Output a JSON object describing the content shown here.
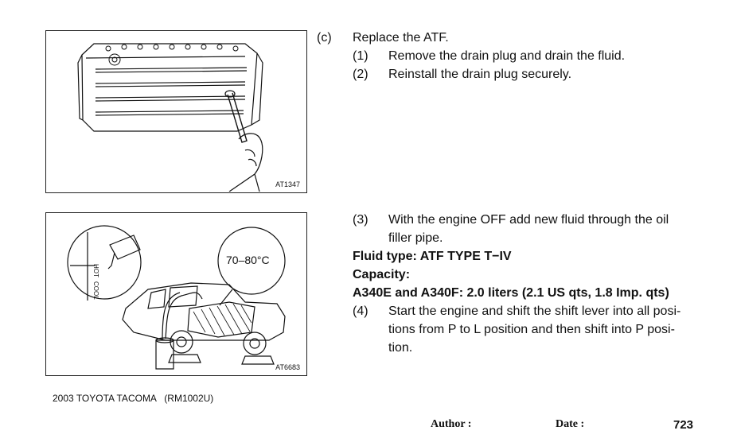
{
  "figures": [
    {
      "code": "AT1347"
    },
    {
      "code": "AT6683",
      "temp_label": "70–80°C",
      "scale_hot": "HOT",
      "scale_cool": "COOL"
    }
  ],
  "steps": {
    "c_marker": "(c)",
    "c_text": "Replace the ATF.",
    "s1_marker": "(1)",
    "s1_text": "Remove the drain plug and drain the fluid.",
    "s2_marker": "(2)",
    "s2_text": "Reinstall the drain plug securely.",
    "s3_marker": "(3)",
    "s3_line1": "With the engine OFF add new fluid through the oil",
    "s3_line2": "filler pipe.",
    "fluid_type": "Fluid type: ATF TYPE T−IV",
    "capacity": "Capacity:",
    "capacity_value": "A340E and A340F: 2.0 liters (2.1 US qts, 1.8 Imp. qts)",
    "s4_marker": "(4)",
    "s4_line1": "Start the engine and shift the shift lever into all posi-",
    "s4_line2": "tions from P to L position and then shift into P posi-",
    "s4_line3": "tion."
  },
  "footer": {
    "document": "2003 TOYOTA TACOMA   (RM1002U)",
    "author_label": "Author :",
    "date_label": "Date :",
    "page_number": "723"
  }
}
